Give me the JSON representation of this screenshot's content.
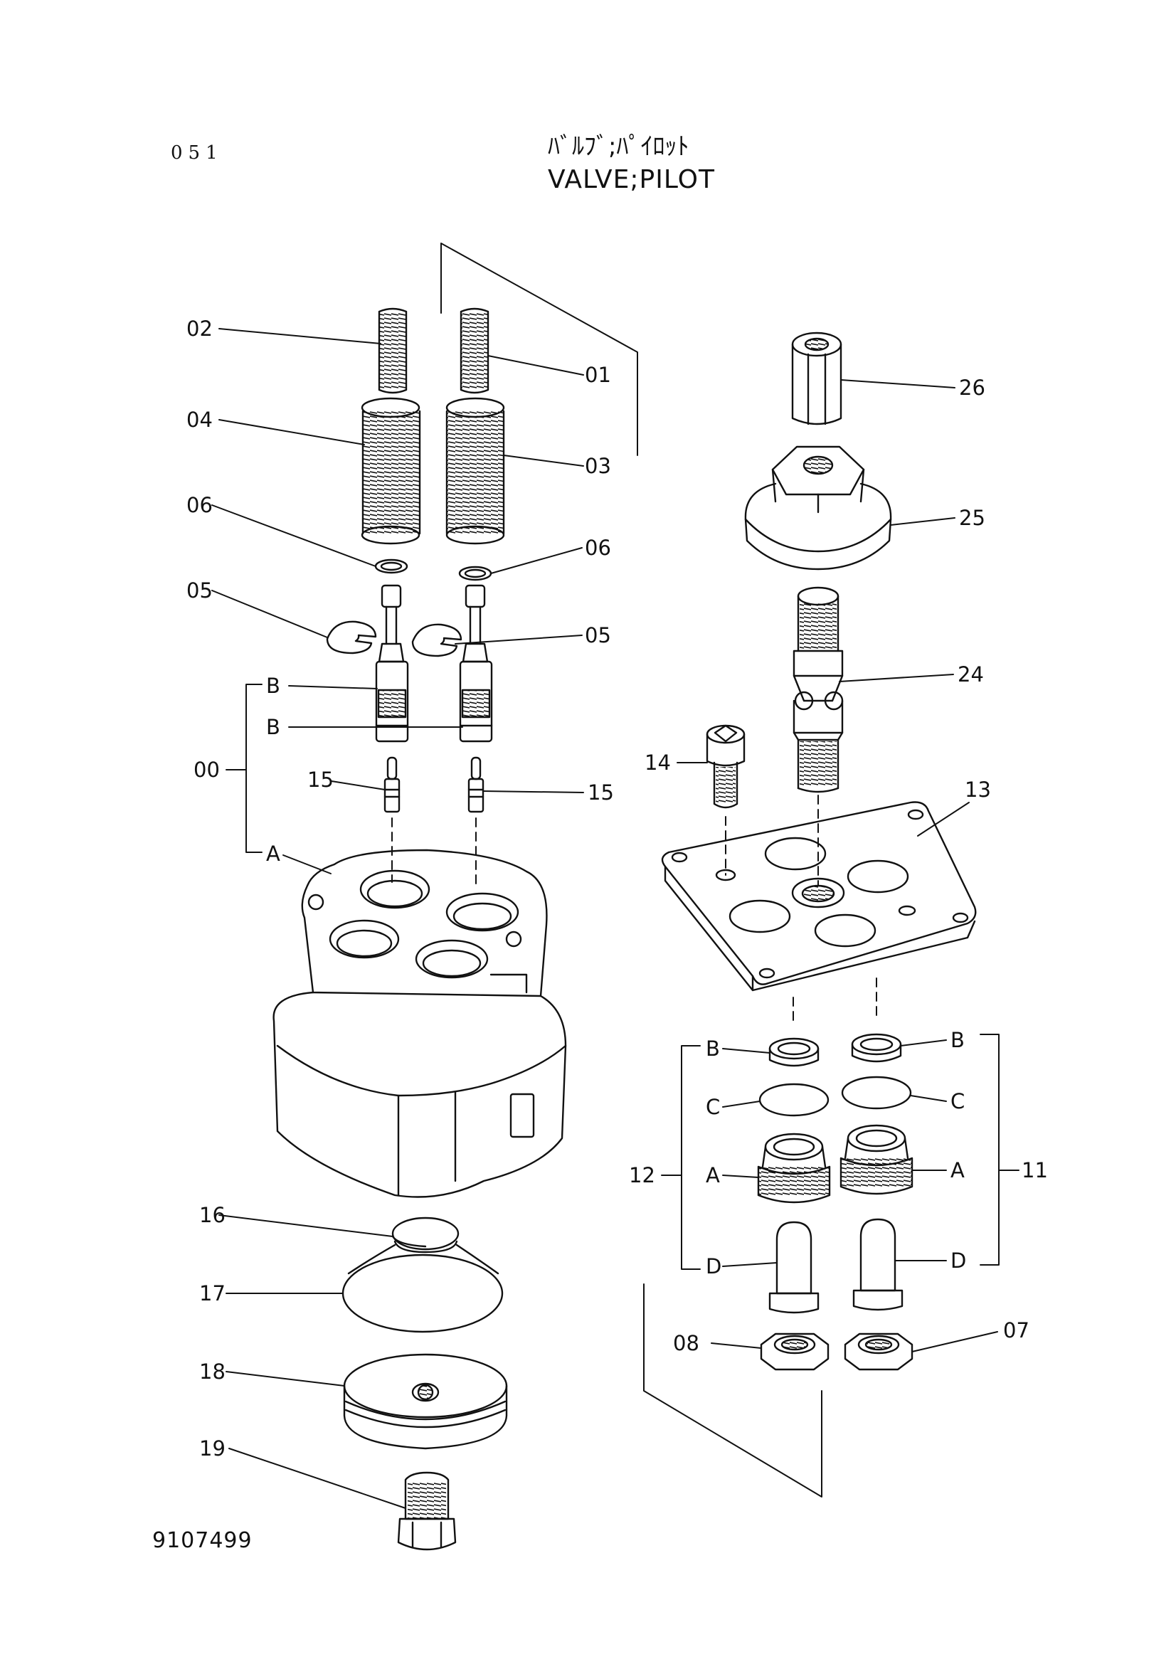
{
  "page_number": "051",
  "title_jp": "ﾊﾞﾙﾌﾞ;ﾊﾟｲﾛｯﾄ",
  "title_en": "VALVE;PILOT",
  "drawing_number": "9107499",
  "callouts": {
    "c02": "02",
    "c01": "01",
    "c04": "04",
    "c03": "03",
    "c06a": "06",
    "c06b": "06",
    "c05a": "05",
    "c05b": "05",
    "cBa": "B",
    "cBb": "B",
    "c00": "00",
    "c15a": "15",
    "c15b": "15",
    "cA": "A",
    "c26": "26",
    "c25": "25",
    "c24": "24",
    "c14": "14",
    "c13": "13",
    "cB12": "B",
    "cC12": "C",
    "c12": "12",
    "cA12": "A",
    "cD12": "D",
    "cB11": "B",
    "cC11": "C",
    "c11": "11",
    "cA11": "A",
    "cD11": "D",
    "c08": "08",
    "c07": "07",
    "c16": "16",
    "c17": "17",
    "c18": "18",
    "c19": "19"
  }
}
